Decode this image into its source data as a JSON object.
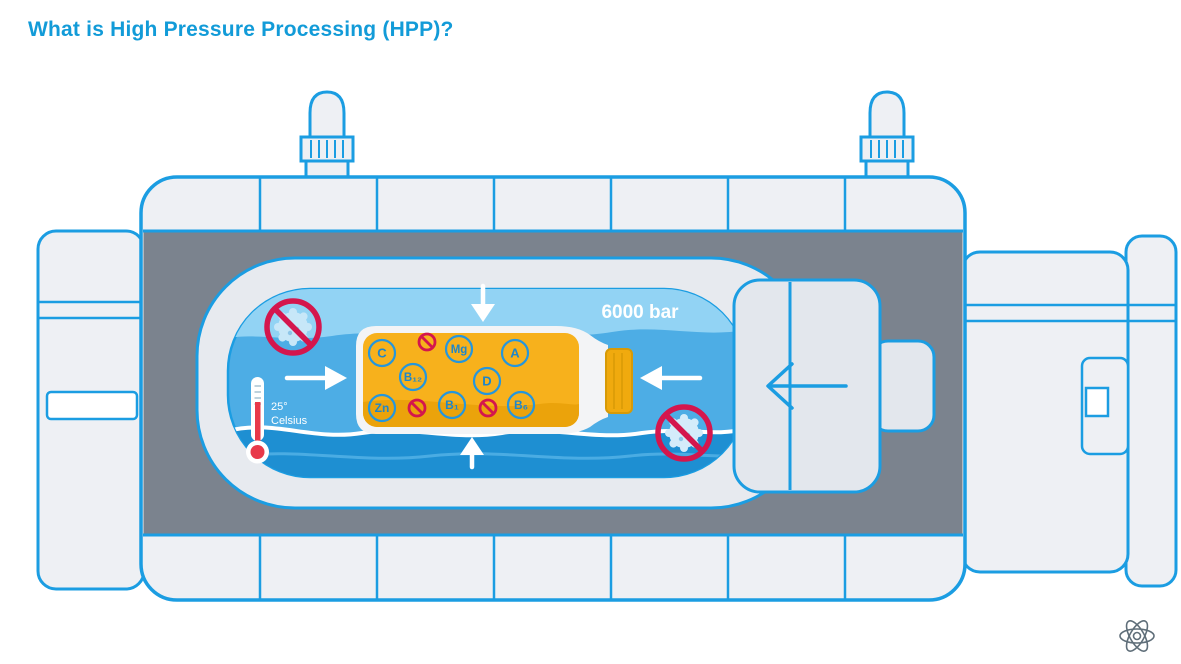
{
  "page": {
    "title": "What is High Pressure Processing (HPP)?"
  },
  "machine": {
    "pressure_label": "6000 bar",
    "thermometer": {
      "value": "25°",
      "unit": "Celsius"
    },
    "nutrients": [
      "C",
      "Mg",
      "A",
      "B₁₂",
      "D",
      "Zn",
      "B₁",
      "B₆"
    ],
    "icons": {
      "pathogen_top_left": "bacteria-prohibition-icon",
      "pathogen_bottom_right": "bacteria-prohibition-icon",
      "thermometer": "thermometer-icon",
      "pressure_arrows": [
        "arrow-down",
        "arrow-up",
        "arrow-right",
        "arrow-left"
      ],
      "piston_arrow": "arrow-left",
      "valves": [
        "valve-icon",
        "valve-icon"
      ]
    }
  },
  "colors": {
    "accent_blue": "#1b9de2",
    "title_blue": "#129bd8",
    "machine_gray": "#eef0f4",
    "chamber_gray": "#7b838e",
    "water_light": "#92d3f4",
    "water_mid": "#4dade5",
    "water_dark": "#1e8fd2",
    "juice_orange": "#f7b11c",
    "cap_orange": "#f0aa0e",
    "prohibition_red": "#d4164d",
    "text_white": "#ffffff"
  },
  "footer": {
    "logo": "rosette-knot-logo"
  }
}
